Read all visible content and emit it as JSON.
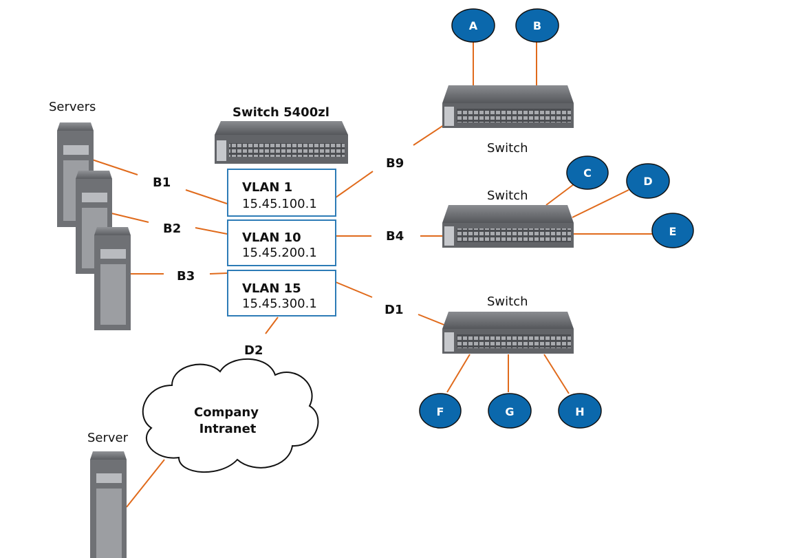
{
  "labels": {
    "servers": "Servers",
    "server": "Server",
    "core_switch": "Switch 5400zl",
    "switch_top": "Switch",
    "switch_mid": "Switch",
    "switch_bottom": "Switch",
    "cloud_line1": "Company",
    "cloud_line2": "Intranet"
  },
  "ports": {
    "b1": "B1",
    "b2": "B2",
    "b3": "B3",
    "b9": "B9",
    "b4": "B4",
    "d1": "D1",
    "d2": "D2"
  },
  "vlans": [
    {
      "name": "VLAN 1",
      "ip": "15.45.100.1"
    },
    {
      "name": "VLAN 10",
      "ip": "15.45.200.1"
    },
    {
      "name": "VLAN 15",
      "ip": "15.45.300.1"
    }
  ],
  "nodes": {
    "a": "A",
    "b": "B",
    "c": "C",
    "d": "D",
    "e": "E",
    "f": "F",
    "g": "G",
    "h": "H"
  },
  "colors": {
    "wire": "#e06a1b",
    "node_fill": "#0b68ac",
    "vlan_border": "#2c7bb6",
    "device_gray": "#6f7175"
  }
}
